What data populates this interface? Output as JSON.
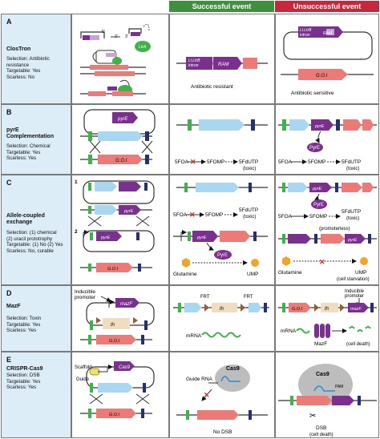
{
  "headers": {
    "success": "Successful event",
    "fail": "Unsuccessful event"
  },
  "rows": [
    {
      "letter": "A",
      "title": "ClosTron",
      "desc": "Selection: Antibiotic\nresistance\nTargetable: Yes\nScarless: No"
    },
    {
      "letter": "B",
      "title": "pyrE\nComplementation",
      "desc": "Selection: Chemical\nTargetable: Yes\nScarless: Yes"
    },
    {
      "letter": "C",
      "title": "Allele-coupled\nexchange",
      "desc": "Selection: (1) chemical\n(2) uracil prototrophy\nTargetable: (1) No (2) Yes\nScarless: No, curable"
    },
    {
      "letter": "D",
      "title": "MazF",
      "desc": "Selection: Toxin\nTargetable: Yes\nScarless: Yes"
    },
    {
      "letter": "E",
      "title": "CRISPR-Cas9",
      "desc": "Selection: DSB\nTargetable: Yes\nScarless: Yes"
    }
  ],
  "labels": {
    "five_prime": "5'",
    "three_prime": "3'",
    "ltra": "LtrA",
    "ltl_intron": "Ll.LtrB\nintron",
    "ram": "RAM",
    "goi": "G.O.I",
    "antibiotic_resistant": "Antibiotic resistant",
    "antibiotic_sensitive": "Antibiotic sensitive",
    "pyre": "pyrE",
    "pyre_protein": "PyrE",
    "five_foa": "5FOA",
    "five_fomp": "5FOMP",
    "five_fdutp": "5FdUTP",
    "toxic": "(toxic)",
    "one": "1",
    "two": "2",
    "promoterless": "(promoterless)",
    "glutamine": "Glutamine",
    "ump": "UMP",
    "cell_starvation": "(cell starvation)",
    "inducible_promoter": "Inducible\npromoter",
    "mazf": "mazF",
    "mazf_protein": "MazF",
    "th_r": "th",
    "frt": "FRT",
    "mrna": "mRNA",
    "cell_death": "(cell death)",
    "scaffold": "Scaffold",
    "guide": "Guide",
    "cas9": "Cas9",
    "guide_rna": "Guide RNA",
    "no_dsb": "No DSB",
    "dsb": "DSB",
    "pam": "PAM"
  },
  "colors": {
    "header_success": "#3f8f3e",
    "header_fail": "#c7273a",
    "panel_bg": "#dcedf7",
    "purple": "#7b2f8e",
    "light_blue": "#a9d7f2",
    "salmon": "#ec7b78",
    "green": "#3fb24a",
    "dark_blue": "#24306f",
    "light_green": "#9fd06e",
    "orange": "#f3a327",
    "brown": "#9a5b2f",
    "tan": "#f0dcc0",
    "lilac": "#c9a2d6",
    "gray": "#bdbdbd",
    "red_x": "#e02424"
  }
}
